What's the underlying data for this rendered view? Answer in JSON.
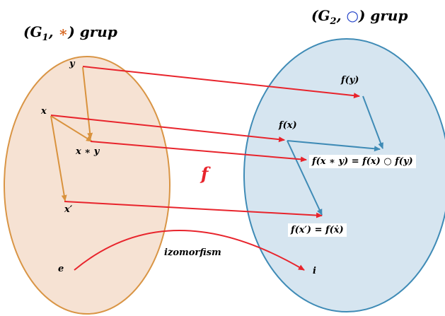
{
  "group1": {
    "title_open": "(G",
    "title_sub": "1",
    "title_comma": ", ",
    "title_op": "∗",
    "title_close": ") grup",
    "fill": "#f6e2d3",
    "stroke": "#d99545",
    "elements": {
      "y": "y",
      "x": "x",
      "xy": "x ∗ y",
      "xprime": "x′",
      "e": "e"
    }
  },
  "group2": {
    "title_open": "(G",
    "title_sub": "2",
    "title_comma": ", ",
    "title_op": "○",
    "title_close": ") grup",
    "fill": "#d6e5f0",
    "stroke": "#3f8bb6",
    "elements": {
      "fy": "f(y)",
      "fx": "f(x)",
      "fxy": "f(x ∗ y) = f(x) ○ f(y)",
      "fxprime": "f(x′) = f(ẋ)",
      "i": "i"
    }
  },
  "map_label": "f",
  "iso_label": "izomorfism",
  "colors": {
    "arrow_map": "#e8242c",
    "op_star": "#d6631b",
    "op_circ": "#1f3fc7"
  }
}
